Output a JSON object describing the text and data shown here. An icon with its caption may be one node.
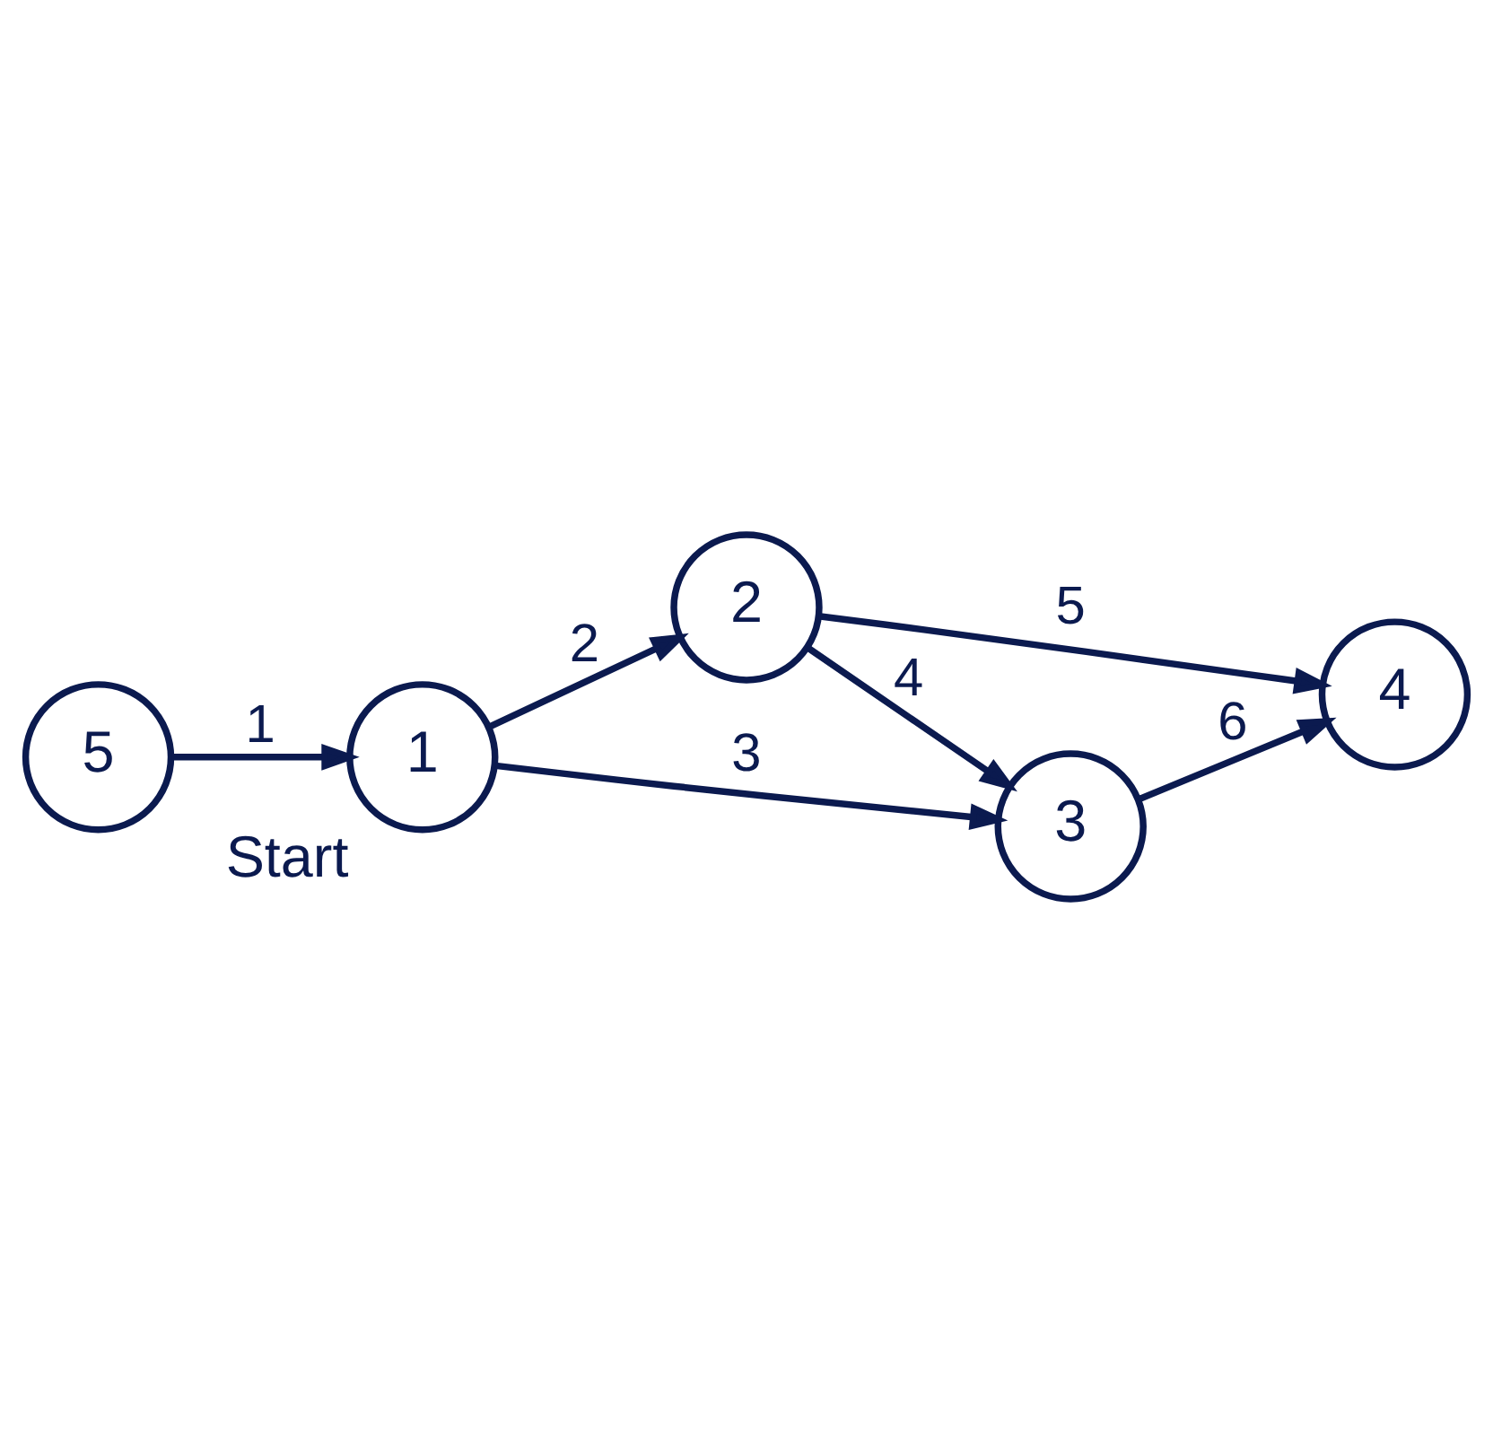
{
  "diagram": {
    "nodes": [
      {
        "text": [
          "1"
        ],
        "beside": [
          "Start"
        ]
      },
      {
        "text": [
          "2"
        ]
      },
      {
        "text": [
          "3"
        ]
      },
      {
        "text": [
          "4"
        ]
      },
      {
        "text": [
          "5"
        ]
      }
    ],
    "edges": [
      {
        "from": 0,
        "to": 2,
        "arrow": "to",
        "label": "3"
      },
      {
        "from": 0,
        "to": 1,
        "arrow": "to",
        "label": "2"
      },
      {
        "from": 1,
        "to": 2,
        "arrow": "to",
        "label": "4"
      },
      {
        "from": 1,
        "to": 3,
        "arrow": "to",
        "label": "5"
      },
      {
        "from": 2,
        "to": 3,
        "arrow": "to",
        "label": "6"
      },
      {
        "from": 4,
        "to": 0,
        "arrow": "to",
        "label": "1"
      }
    ]
  }
}
